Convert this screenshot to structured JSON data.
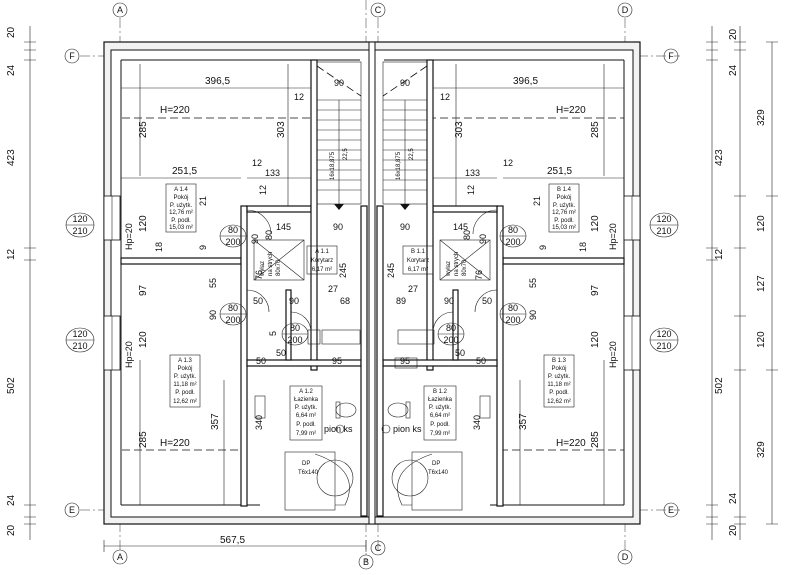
{
  "axes": {
    "top": [
      "A",
      "C",
      "D"
    ],
    "bottom": [
      "A",
      "B",
      "C",
      "D"
    ],
    "left": [
      "F",
      "E"
    ],
    "right": [
      "F",
      "E"
    ]
  },
  "left_dims": [
    "20",
    "24",
    "423",
    "12",
    "502",
    "24",
    "20"
  ],
  "right_dims": [
    "20",
    "24",
    "329",
    "423",
    "120",
    "12",
    "127",
    "120",
    "502",
    "329",
    "24",
    "20"
  ],
  "bottom_dim": "567,5",
  "openings": {
    "window": {
      "w": "120",
      "h": "210"
    },
    "door": {
      "w": "80",
      "h": "200"
    },
    "skylight": {
      "w": "90",
      "h": "200"
    }
  },
  "dims": {
    "d396": "396,5",
    "d303": "303",
    "d285": "285",
    "d251": "251,5",
    "d133": "133",
    "d12": "12",
    "d21": "21",
    "d90": "90",
    "d145": "145",
    "d120": "120",
    "d18": "18",
    "d9": "9",
    "d55": "55",
    "d97": "97",
    "d76": "76",
    "d245": "245",
    "d50": "50",
    "d27": "27",
    "d68": "68",
    "d95": "95",
    "d357": "357",
    "d340": "340",
    "d5": "5",
    "d225": "22,5",
    "d80": "80",
    "d89": "89",
    "hp20": "Hp=20"
  },
  "h220": "H=220",
  "stairs": "16x18,875",
  "rooms": {
    "a14": {
      "id": "A 1.4",
      "name": "Pokój",
      "l1": "P. użytk.",
      "v1": "12,76 m²",
      "l2": "P. podł.",
      "v2": "15,03 m²"
    },
    "b14": {
      "id": "B 1.4",
      "name": "Pokój",
      "l1": "P. użytk.",
      "v1": "12,76 m²",
      "l2": "P. podł.",
      "v2": "15,03 m²"
    },
    "a13": {
      "id": "A 1.3",
      "name": "Pokój",
      "l1": "P. użytk.",
      "v1": "11,18 m²",
      "l2": "P. podł.",
      "v2": "12,62 m²"
    },
    "b13": {
      "id": "B 1.3",
      "name": "Pokój",
      "l1": "P. użytk.",
      "v1": "11,18 m²",
      "l2": "P. podł.",
      "v2": "12,62 m²"
    },
    "a11": {
      "id": "A 1.1",
      "name": "Korytarz",
      "v": "6,17 m²"
    },
    "b11": {
      "id": "B 1.1",
      "name": "Korytarz",
      "v": "6,17 m²"
    },
    "a12": {
      "id": "A 1.2",
      "name": "Łazienka",
      "l1": "P. użytk.",
      "v1": "6,64 m²",
      "l2": "P. podł.",
      "v2": "7,99 m²"
    },
    "b12": {
      "id": "B 1.2",
      "name": "Łazienka",
      "l1": "P. użytk.",
      "v1": "6,64 m²",
      "l2": "P. podł.",
      "v2": "7,99 m²"
    }
  },
  "hatch": {
    "line1": "wyłaz",
    "line2": "na strych",
    "line3": "80x70"
  },
  "pion": "pion ks",
  "shower": {
    "l1": "DP",
    "l2": "T6x140"
  }
}
